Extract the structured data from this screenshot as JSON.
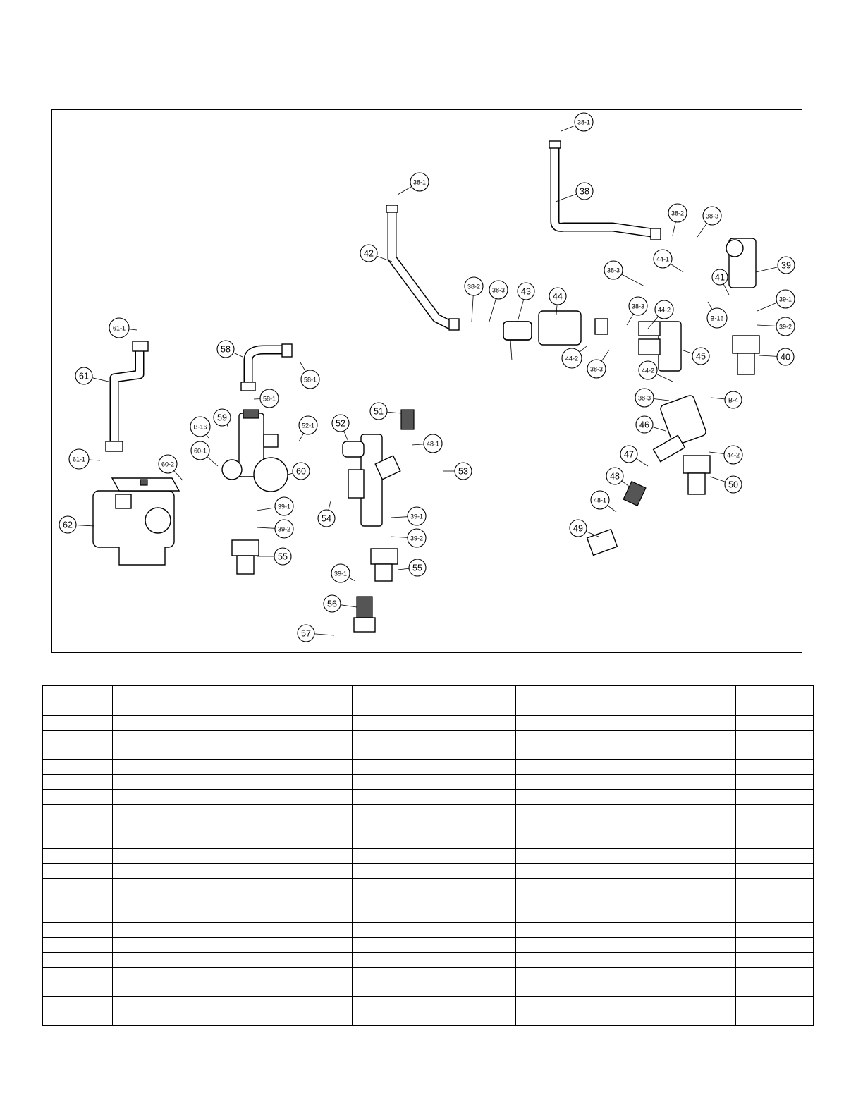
{
  "diagram": {
    "callouts": [
      {
        "id": "c-38-1a",
        "text": "38-1"
      },
      {
        "id": "c-38",
        "text": "38"
      },
      {
        "id": "c-38-2a",
        "text": "38-2"
      },
      {
        "id": "c-38-3a",
        "text": "38-3"
      },
      {
        "id": "c-39",
        "text": "39"
      },
      {
        "id": "c-44-1",
        "text": "44-1"
      },
      {
        "id": "c-38-3b",
        "text": "38-3"
      },
      {
        "id": "c-41",
        "text": "41"
      },
      {
        "id": "c-39-1a",
        "text": "39-1"
      },
      {
        "id": "c-38-1b",
        "text": "38-1"
      },
      {
        "id": "c-42",
        "text": "42"
      },
      {
        "id": "c-38-2b",
        "text": "38-2"
      },
      {
        "id": "c-38-3c",
        "text": "38-3"
      },
      {
        "id": "c-43",
        "text": "43"
      },
      {
        "id": "c-44",
        "text": "44"
      },
      {
        "id": "c-38-3d",
        "text": "38-3"
      },
      {
        "id": "c-44-2a",
        "text": "44-2"
      },
      {
        "id": "c-b-16a",
        "text": "B-16"
      },
      {
        "id": "c-39-2a",
        "text": "39-2"
      },
      {
        "id": "c-44-2b",
        "text": "44-2"
      },
      {
        "id": "c-38-3e",
        "text": "38-3"
      },
      {
        "id": "c-45",
        "text": "45"
      },
      {
        "id": "c-40",
        "text": "40"
      },
      {
        "id": "c-44-2c",
        "text": "44-2"
      },
      {
        "id": "c-38-3f",
        "text": "38-3"
      },
      {
        "id": "c-b-4",
        "text": "B-4"
      },
      {
        "id": "c-46",
        "text": "46"
      },
      {
        "id": "c-44-2d",
        "text": "44-2"
      },
      {
        "id": "c-47",
        "text": "47"
      },
      {
        "id": "c-50",
        "text": "50"
      },
      {
        "id": "c-48",
        "text": "48"
      },
      {
        "id": "c-48-1a",
        "text": "48-1"
      },
      {
        "id": "c-49",
        "text": "49"
      },
      {
        "id": "c-61-1a",
        "text": "61-1"
      },
      {
        "id": "c-61",
        "text": "61"
      },
      {
        "id": "c-61-1b",
        "text": "61-1"
      },
      {
        "id": "c-62",
        "text": "62"
      },
      {
        "id": "c-58",
        "text": "58"
      },
      {
        "id": "c-58-1a",
        "text": "58-1"
      },
      {
        "id": "c-58-1b",
        "text": "58-1"
      },
      {
        "id": "c-59",
        "text": "59"
      },
      {
        "id": "c-b-16b",
        "text": "B-16"
      },
      {
        "id": "c-60-1",
        "text": "60-1"
      },
      {
        "id": "c-60-2",
        "text": "60-2"
      },
      {
        "id": "c-60",
        "text": "60"
      },
      {
        "id": "c-52-1",
        "text": "52-1"
      },
      {
        "id": "c-52",
        "text": "52"
      },
      {
        "id": "c-51",
        "text": "51"
      },
      {
        "id": "c-48-1b",
        "text": "48-1"
      },
      {
        "id": "c-53",
        "text": "53"
      },
      {
        "id": "c-54",
        "text": "54"
      },
      {
        "id": "c-39-1b",
        "text": "39-1"
      },
      {
        "id": "c-39-2b",
        "text": "39-2"
      },
      {
        "id": "c-55a",
        "text": "55"
      },
      {
        "id": "c-39-1c",
        "text": "39-1"
      },
      {
        "id": "c-39-2c",
        "text": "39-2"
      },
      {
        "id": "c-55b",
        "text": "55"
      },
      {
        "id": "c-39-1d",
        "text": "39-1"
      },
      {
        "id": "c-56",
        "text": "56"
      },
      {
        "id": "c-57",
        "text": "57"
      }
    ]
  },
  "parts_table": {
    "headers": [
      "",
      "",
      "",
      "",
      "",
      ""
    ],
    "rows": [
      [
        "",
        "",
        "",
        "",
        "",
        ""
      ],
      [
        "",
        "",
        "",
        "",
        "",
        ""
      ],
      [
        "",
        "",
        "",
        "",
        "",
        ""
      ],
      [
        "",
        "",
        "",
        "",
        "",
        ""
      ],
      [
        "",
        "",
        "",
        "",
        "",
        ""
      ],
      [
        "",
        "",
        "",
        "",
        "",
        ""
      ],
      [
        "",
        "",
        "",
        "",
        "",
        ""
      ],
      [
        "",
        "",
        "",
        "",
        "",
        ""
      ],
      [
        "",
        "",
        "",
        "",
        "",
        ""
      ],
      [
        "",
        "",
        "",
        "",
        "",
        ""
      ],
      [
        "",
        "",
        "",
        "",
        "",
        ""
      ],
      [
        "",
        "",
        "",
        "",
        "",
        ""
      ],
      [
        "",
        "",
        "",
        "",
        "",
        ""
      ],
      [
        "",
        "",
        "",
        "",
        "",
        ""
      ],
      [
        "",
        "",
        "",
        "",
        "",
        ""
      ],
      [
        "",
        "",
        "",
        "",
        "",
        ""
      ],
      [
        "",
        "",
        "",
        "",
        "",
        ""
      ],
      [
        "",
        "",
        "",
        "",
        "",
        ""
      ],
      [
        "",
        "",
        "",
        "",
        "",
        ""
      ],
      [
        "",
        "",
        "",
        "",
        "",
        ""
      ]
    ]
  }
}
